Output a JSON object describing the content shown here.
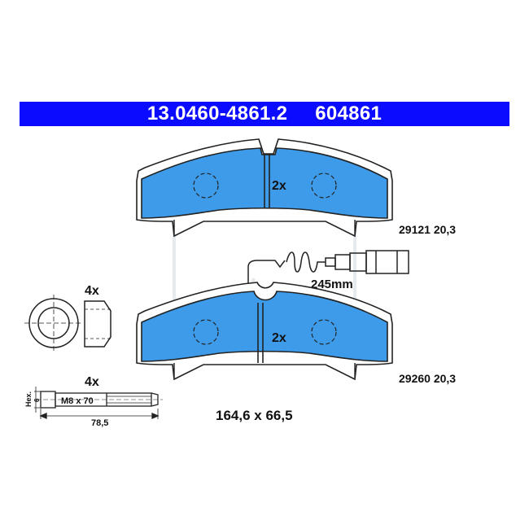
{
  "header": {
    "part_number": "13.0460-4861.2",
    "short_number": "604861",
    "background_color": "#0b0bff",
    "text_color": "#ffffff"
  },
  "pads": {
    "fill_color": "#3d9be9",
    "top": {
      "quantity": "2x",
      "code": "29121 20,3"
    },
    "bottom": {
      "quantity": "2x",
      "code": "29260 20,3"
    }
  },
  "sensor": {
    "length": "245mm"
  },
  "sleeve": {
    "quantity": "4x"
  },
  "bolt": {
    "quantity": "4x",
    "thread": "M8 x 70",
    "length": "78,5",
    "hex_label": "Hex.",
    "hex_size": "6"
  },
  "dimensions": "164,6 x 66,5",
  "watermark_color": "#e6e9ee"
}
